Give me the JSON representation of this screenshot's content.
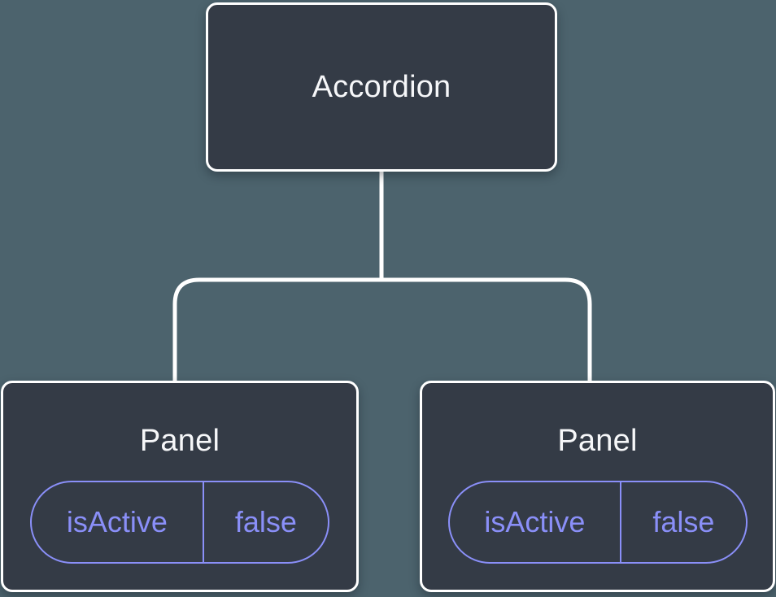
{
  "diagram": {
    "root": {
      "label": "Accordion"
    },
    "panels": [
      {
        "label": "Panel",
        "state": {
          "name": "isActive",
          "value": "false"
        }
      },
      {
        "label": "Panel",
        "state": {
          "name": "isActive",
          "value": "false"
        }
      }
    ],
    "colors": {
      "background": "#4C636D",
      "node_fill": "#343B46",
      "node_border": "#FFFFFF",
      "connector": "#FFFFFF",
      "state_accent": "#8A8FF8",
      "label_text": "#F6F7F9"
    }
  }
}
